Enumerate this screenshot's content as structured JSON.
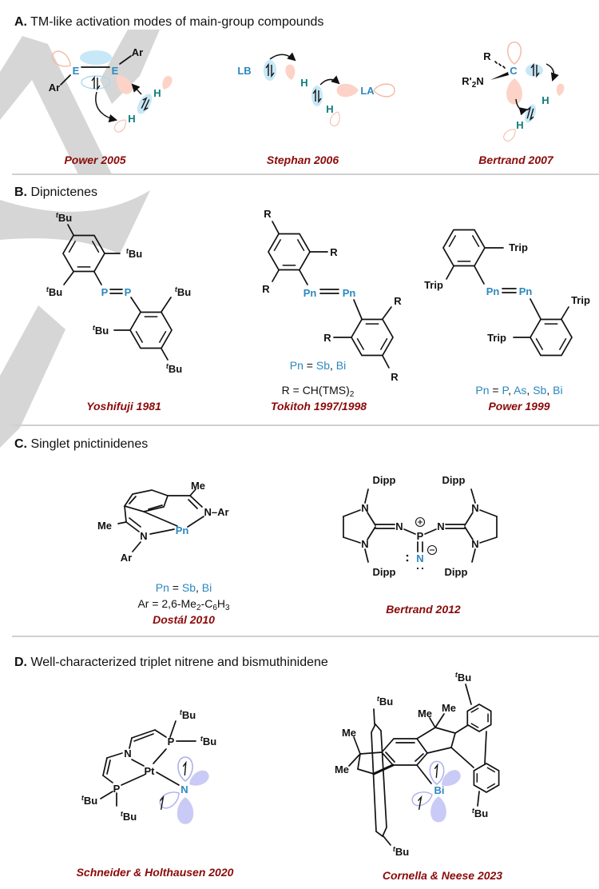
{
  "sections": {
    "A": {
      "letter": "A.",
      "title": "TM-like activation modes of main-group compounds",
      "captions": [
        "Power 2005",
        "Stephan 2006",
        "Bertrand 2007"
      ]
    },
    "B": {
      "letter": "B.",
      "title": "Dipnictenes",
      "captions": [
        "Yoshifuji 1981",
        "Tokitoh 1997/1998",
        "Power 1999"
      ],
      "tokitoh_pn_note": [
        "Pn",
        " = ",
        "Sb",
        ", ",
        "Bi"
      ],
      "tokitoh_r_note": [
        "R = CH(TMS)",
        "2"
      ],
      "power_pn_note": [
        "Pn",
        " = ",
        "P",
        ", ",
        "As",
        ", ",
        "Sb",
        ", ",
        "Bi"
      ]
    },
    "C": {
      "letter": "C.",
      "title": "Singlet pnictinidenes",
      "captions": [
        "Dostál 2010",
        "Bertrand 2012"
      ],
      "dostal_pn_note": [
        "Pn",
        " = ",
        "Sb",
        ", ",
        "Bi"
      ],
      "dostal_ar_note": [
        "Ar = 2,6-Me",
        "2",
        "-C",
        "6",
        "H",
        "3"
      ]
    },
    "D": {
      "letter": "D.",
      "title": "Well-characterized triplet nitrene and bismuthinidene",
      "captions": [
        "Schneider & Holthausen 2020",
        "Cornella & Neese 2023"
      ]
    }
  },
  "labels": {
    "E": "E",
    "Ar": "Ar",
    "H": "H",
    "LB": "LB",
    "LA": "LA",
    "R": "R",
    "Rp": "R'",
    "two": "2",
    "N": "N",
    "C": "C",
    "P": "P",
    "Pn": "Pn",
    "Me": "Me",
    "Trip": "Trip",
    "Dipp": "Dipp",
    "Pt": "Pt",
    "Bi": "Bi",
    "t": "t",
    "Bu": "Bu",
    "NAr": "N–Ar"
  },
  "colors": {
    "caption": "#8b0a0a",
    "element_blue": "#2b88c0",
    "hydrogen_teal": "#0d7d7d",
    "orbital_pink": "#fcd3c6",
    "orbital_blue": "#c8e8f7",
    "orbital_violet": "#c9cbf6"
  }
}
